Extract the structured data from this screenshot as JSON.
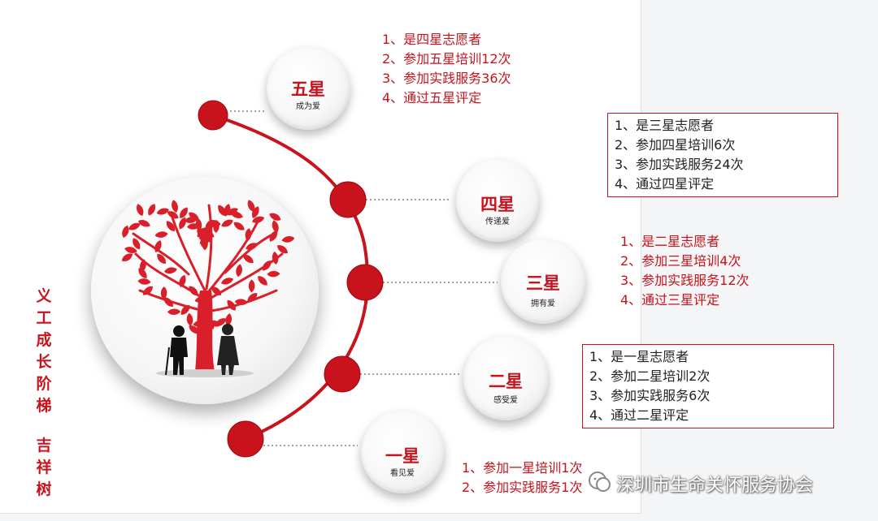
{
  "title": [
    "义",
    "工",
    "成",
    "长",
    "阶",
    "梯",
    "",
    "吉",
    "祥",
    "树"
  ],
  "stars": [
    {
      "name": "五星",
      "motto": "成为爱"
    },
    {
      "name": "四星",
      "motto": "传递爱"
    },
    {
      "name": "三星",
      "motto": "拥有爱"
    },
    {
      "name": "二星",
      "motto": "感受爱"
    },
    {
      "name": "一星",
      "motto": "看见爱"
    }
  ],
  "requirements": [
    {
      "for": "五星",
      "style": "red",
      "lines": [
        "1、是四星志愿者",
        "2、参加五星培训12次",
        "3、参加实践服务36次",
        "4、通过五星评定"
      ]
    },
    {
      "for": "四星",
      "style": "boxed",
      "lines": [
        "1、是三星志愿者",
        "2、参加四星培训6次",
        "3、参加实践服务24次",
        "4、通过四星评定"
      ]
    },
    {
      "for": "三星",
      "style": "red",
      "lines": [
        "1、是二星志愿者",
        "2、参加三星培训4次",
        "3、参加实践服务12次",
        "4、通过三星评定"
      ]
    },
    {
      "for": "二星",
      "style": "boxed",
      "lines": [
        "1、是一星志愿者",
        "2、参加二星培训2次",
        "3、参加实践服务6次",
        "4、通过二星评定"
      ]
    },
    {
      "for": "一星",
      "style": "red",
      "lines": [
        "1、参加一星培训1次",
        "2、参加实践服务1次"
      ]
    }
  ],
  "watermark": {
    "text": "深圳市生命关怀服务协会",
    "icon": "wechat-icon"
  },
  "colors": {
    "accent": "#c8121c",
    "text": "#222222"
  },
  "tree": {
    "icon": "heart-tree-icon",
    "figures": "elderly-couple-icon"
  }
}
